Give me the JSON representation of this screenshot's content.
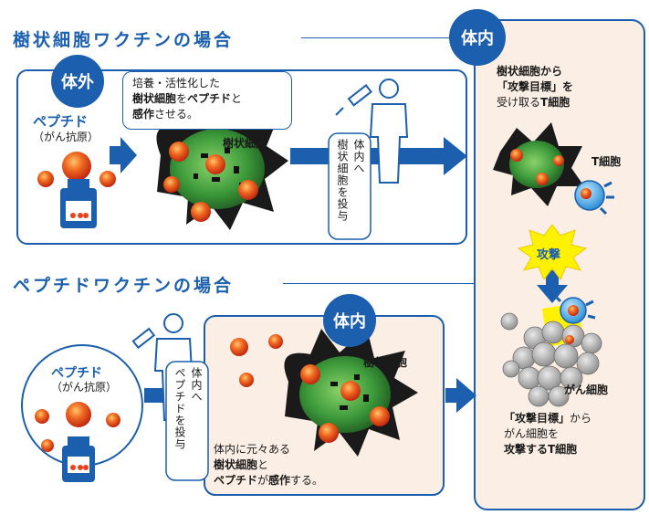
{
  "dendritic": {
    "heading": "樹状細胞ワクチンの場合",
    "ex_vivo_label": "体外",
    "peptide": "ペプチド",
    "peptide_sub": "（がん抗原）",
    "culture_line1": "培養・活性化した",
    "culture_line2_a": "樹状細胞",
    "culture_line2_b": "を",
    "culture_line2_c": "ペプチド",
    "culture_line2_d": "と",
    "culture_line3_a": "感作",
    "culture_line3_b": "させる。",
    "cell_label": "樹状細胞",
    "admin_a": "体内へ",
    "admin_b": "樹状細胞を投与"
  },
  "peptide_vaccine": {
    "heading": "ペプチドワクチンの場合",
    "peptide": "ペプチド",
    "peptide_sub": "（がん抗原）",
    "admin_a": "体内へ",
    "admin_b": "ペプチドを投与",
    "in_vivo_label": "体内",
    "cell_label": "樹状細胞",
    "note_line1": "体内に元々ある",
    "note_line2_a": "樹状細胞",
    "note_line2_b": "と",
    "note_line3_a": "ペプチド",
    "note_line3_b": "が",
    "note_line3_c": "感作",
    "note_line3_d": "する。"
  },
  "body": {
    "label": "体内",
    "top_line1": "樹状細胞から",
    "top_line2": "「攻撃目標」を",
    "top_line3_a": "受け取る",
    "top_line3_b": "T細胞",
    "tcell_label": "T細胞",
    "attack": "攻撃",
    "cancer_label": "がん細胞",
    "bottom_line1_a": "「攻撃目標」",
    "bottom_line1_b": "から",
    "bottom_line2": "がん細胞を",
    "bottom_line3": "攻撃するT細胞"
  },
  "colors": {
    "blue": "#1b5fae",
    "pink_bg": "#fbeee4",
    "peptide_red": "#e8431c",
    "cell_green": "#3d9a3a",
    "star_yellow": "#fff200"
  }
}
